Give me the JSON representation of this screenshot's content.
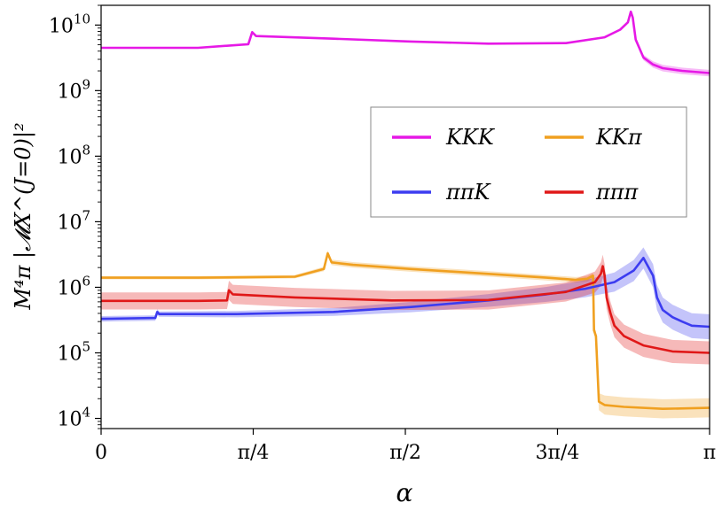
{
  "chart_data": {
    "type": "line",
    "xlabel": "α",
    "ylabel": "M⁴π |𝓜X^(J=0)|²",
    "xlim": [
      0,
      3.14159
    ],
    "ylim": [
      7000,
      20000000000
    ],
    "yscale": "log",
    "grid": false,
    "legend_position": "upper-right",
    "x_ticks": [
      {
        "value": 0,
        "label": "0"
      },
      {
        "value": 0.7854,
        "label": "π/4"
      },
      {
        "value": 1.5708,
        "label": "π/2"
      },
      {
        "value": 2.3562,
        "label": "3π/4"
      },
      {
        "value": 3.14159,
        "label": "π"
      }
    ],
    "y_ticks": [
      {
        "value": 10000,
        "base": "10",
        "exp": "4"
      },
      {
        "value": 100000,
        "base": "10",
        "exp": "5"
      },
      {
        "value": 1000000,
        "base": "10",
        "exp": "6"
      },
      {
        "value": 10000000,
        "base": "10",
        "exp": "7"
      },
      {
        "value": 100000000,
        "base": "10",
        "exp": "8"
      },
      {
        "value": 1000000000,
        "base": "10",
        "exp": "9"
      },
      {
        "value": 10000000000,
        "base": "10",
        "exp": "10"
      }
    ],
    "series": [
      {
        "name": "KKK",
        "color": "#e619e6",
        "x": [
          0,
          0.5,
          0.76,
          0.78,
          0.8,
          1.2,
          1.6,
          2.0,
          2.4,
          2.6,
          2.68,
          2.72,
          2.735,
          2.745,
          2.76,
          2.8,
          2.85,
          2.9,
          3.0,
          3.14
        ],
        "values": [
          4500000000.0,
          4500000000.0,
          5100000000.0,
          7800000000.0,
          6800000000.0,
          6200000000.0,
          5600000000.0,
          5200000000.0,
          5300000000.0,
          6500000000.0,
          8500000000.0,
          11000000000.0,
          16000000000.0,
          13000000000.0,
          6000000000.0,
          3200000000.0,
          2500000000.0,
          2200000000.0,
          2000000000.0,
          1850000000.0
        ],
        "band_frac": [
          0.02,
          0.02,
          0.02,
          0.02,
          0.02,
          0.02,
          0.02,
          0.02,
          0.02,
          0.02,
          0.02,
          0.02,
          0.02,
          0.02,
          0.05,
          0.1,
          0.12,
          0.12,
          0.12,
          0.12
        ]
      },
      {
        "name": "KKπ",
        "color": "#f0a020",
        "x": [
          0,
          0.5,
          1.0,
          1.15,
          1.17,
          1.19,
          1.3,
          1.6,
          2.0,
          2.3,
          2.45,
          2.51,
          2.54,
          2.545,
          2.555,
          2.57,
          2.6,
          2.7,
          2.9,
          3.14
        ],
        "values": [
          1400000.0,
          1400000.0,
          1450000.0,
          1900000.0,
          3300000.0,
          2400000.0,
          2200000.0,
          1900000.0,
          1600000.0,
          1400000.0,
          1300000.0,
          1350000.0,
          1500000.0,
          220000.0,
          180000.0,
          18000.0,
          16000.0,
          15000.0,
          14000.0,
          14500.0
        ],
        "band_frac": [
          0.06,
          0.06,
          0.06,
          0.08,
          0.1,
          0.1,
          0.1,
          0.1,
          0.1,
          0.1,
          0.1,
          0.1,
          0.1,
          0.15,
          0.2,
          0.35,
          0.4,
          0.4,
          0.4,
          0.4
        ]
      },
      {
        "name": "ππK",
        "color": "#3c3cf0",
        "x": [
          0,
          0.28,
          0.29,
          0.3,
          0.7,
          1.2,
          1.6,
          2.0,
          2.3,
          2.5,
          2.65,
          2.75,
          2.8,
          2.85,
          2.87,
          2.9,
          2.95,
          3.0,
          3.05,
          3.14
        ],
        "values": [
          330000.0,
          340000.0,
          420000.0,
          390000.0,
          390000.0,
          420000.0,
          500000.0,
          630000.0,
          780000.0,
          950000.0,
          1200000.0,
          1800000.0,
          2800000.0,
          1500000.0,
          700000.0,
          450000.0,
          350000.0,
          300000.0,
          260000.0,
          250000.0
        ],
        "band_frac": [
          0.1,
          0.1,
          0.1,
          0.1,
          0.12,
          0.15,
          0.2,
          0.25,
          0.3,
          0.35,
          0.4,
          0.45,
          0.45,
          0.5,
          0.55,
          0.55,
          0.55,
          0.55,
          0.55,
          0.55
        ]
      },
      {
        "name": "πππ",
        "color": "#e01818",
        "x": [
          0,
          0.5,
          0.65,
          0.66,
          0.68,
          1.0,
          1.5,
          2.0,
          2.4,
          2.55,
          2.58,
          2.59,
          2.6,
          2.61,
          2.63,
          2.65,
          2.7,
          2.8,
          2.95,
          3.14
        ],
        "values": [
          620000.0,
          620000.0,
          630000.0,
          900000.0,
          780000.0,
          700000.0,
          630000.0,
          640000.0,
          850000.0,
          1200000.0,
          1600000.0,
          2100000.0,
          1500000.0,
          700000.0,
          400000.0,
          260000.0,
          180000.0,
          130000.0,
          105000.0,
          100000.0
        ],
        "band_frac": [
          0.35,
          0.35,
          0.35,
          0.4,
          0.4,
          0.4,
          0.4,
          0.4,
          0.4,
          0.45,
          0.5,
          0.5,
          0.5,
          0.5,
          0.5,
          0.5,
          0.5,
          0.5,
          0.5,
          0.5
        ]
      }
    ]
  }
}
